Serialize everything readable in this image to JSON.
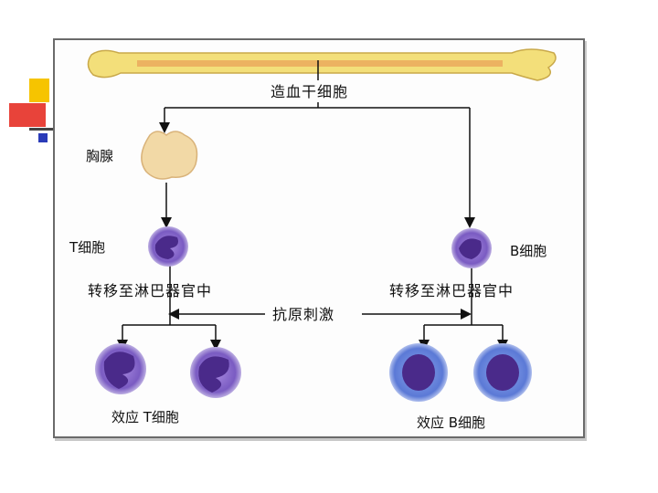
{
  "diagram": {
    "stem_cell_label": "造血干细胞",
    "thymus_label": "胸腺",
    "t_cell_label": "T细胞",
    "b_cell_label": "B细胞",
    "t_migrate_label": "转移至淋巴器官中",
    "b_migrate_label": "转移至淋巴器官中",
    "antigen_label": "抗原刺激",
    "effector_t_label": "效应 T细胞",
    "effector_b_label": "效应 B细胞"
  },
  "colors": {
    "bone": "#f3df7a",
    "marrow": "#e9a35a",
    "cell_purple": "#7a5bc2",
    "nucleus": "#4a2a8a",
    "accent_yellow": "#f6c400",
    "accent_red": "#e8433a",
    "accent_blue": "#2a3bb8"
  }
}
